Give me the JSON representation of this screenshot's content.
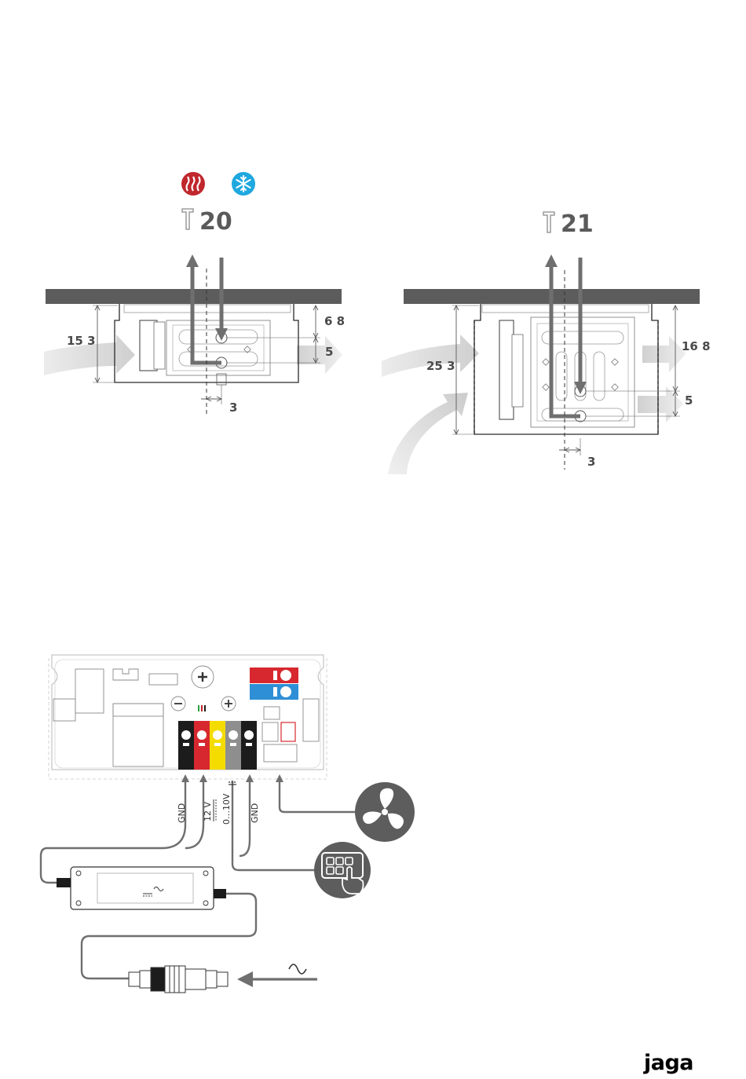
{
  "colors": {
    "heat_red": "#c0272d",
    "cool_blue": "#1fa8df",
    "pipe_gray": "#6f6f6f",
    "slab_gray": "#5c5c5c",
    "airflow_gray": "#d8d8d8",
    "dim_gray": "#5a5a5a",
    "terminal_black": "#1c1c1c",
    "terminal_red": "#d7282f",
    "terminal_yellow": "#f4dc00",
    "terminal_gray": "#8e8e8e",
    "fan_disc": "#5d5d5d"
  },
  "icons": {
    "heating": "heating-icon",
    "cooling": "snowflake-icon",
    "fan": "fan-icon",
    "control": "keypad-hand-icon",
    "ac_power": "ac-sine-icon"
  },
  "section_t20": {
    "code": "20",
    "dim_height": "15 3",
    "dim_top": "6 8",
    "dim_pipe_spacing": "5",
    "dim_offset": "3"
  },
  "section_t21": {
    "code": "21",
    "dim_height": "25 3",
    "dim_top": "16 8",
    "dim_pipe_spacing": "5",
    "dim_offset": "3"
  },
  "wiring": {
    "label_gnd_left": "GND",
    "label_12v": "12 V",
    "label_0_10v": "0…10V",
    "label_gnd_right": "GND"
  },
  "brand": {
    "logo_text": "jaga"
  }
}
